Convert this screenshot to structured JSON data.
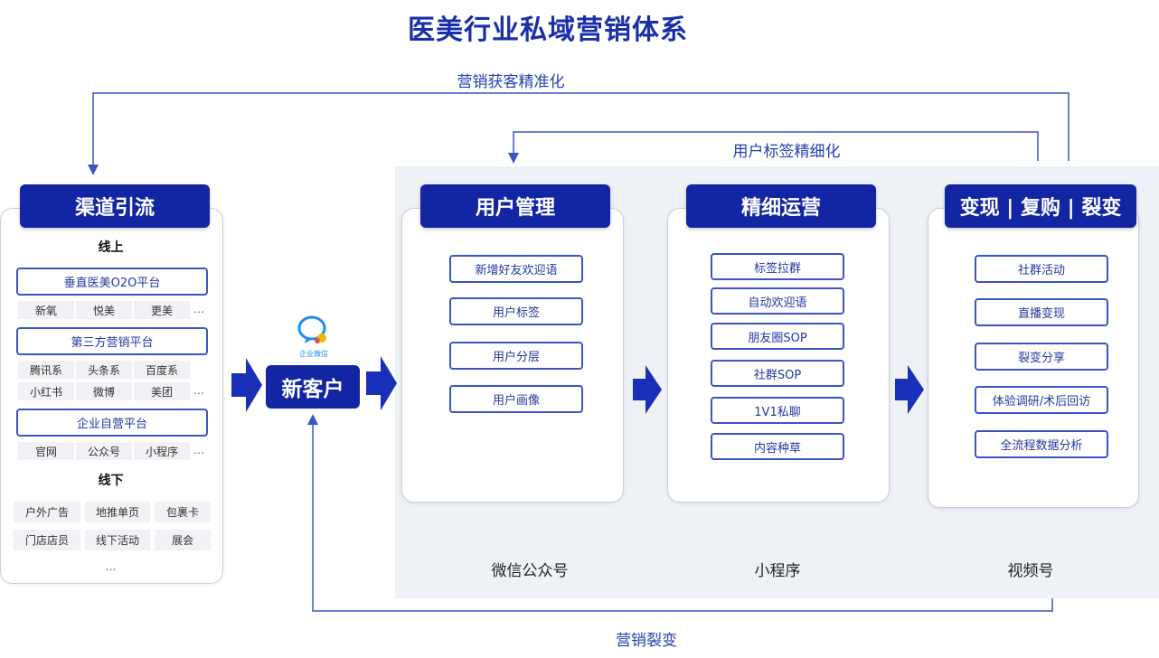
{
  "title": "医美行业私域营销体系",
  "loops": {
    "top_label": "营销获客精准化",
    "mid_label": "用户标签精细化",
    "bottom_label": "营销裂变"
  },
  "channel": {
    "header": "渠道引流",
    "online_label": "线上",
    "groups": [
      {
        "label": "垂直医美O2O平台",
        "items": [
          "新氧",
          "悦美",
          "更美"
        ]
      },
      {
        "label": "第三方营销平台",
        "items": [
          "腾讯系",
          "头条系",
          "百度系",
          "小红书",
          "微博",
          "美团"
        ]
      },
      {
        "label": "企业自营平台",
        "items": [
          "官网",
          "公众号",
          "小程序"
        ]
      }
    ],
    "ellipsis": "…",
    "offline_label": "线下",
    "offline_items": [
      "户外广告",
      "地推单页",
      "包裹卡",
      "门店店员",
      "线下活动",
      "展会"
    ],
    "offline_more": "…"
  },
  "new_customer": {
    "icon_caption": "企业微信",
    "label": "新客户"
  },
  "columns": [
    {
      "header": "用户管理",
      "items": [
        "新增好友欢迎语",
        "用户标签",
        "用户分层",
        "用户画像"
      ],
      "footer": "微信公众号"
    },
    {
      "header": "精细运营",
      "items": [
        "标签拉群",
        "自动欢迎语",
        "朋友圈SOP",
        "社群SOP",
        "1V1私聊",
        "内容种草"
      ],
      "footer": "小程序"
    },
    {
      "header": "变现 | 复购 | 裂变",
      "items": [
        "社群活动",
        "直播变现",
        "裂变分享",
        "体验调研/术后回访",
        "全流程数据分析"
      ],
      "footer": "视频号"
    }
  ],
  "colors": {
    "accent": "#1226a3",
    "line": "#3b55c4",
    "panel": "#eef1f6"
  }
}
